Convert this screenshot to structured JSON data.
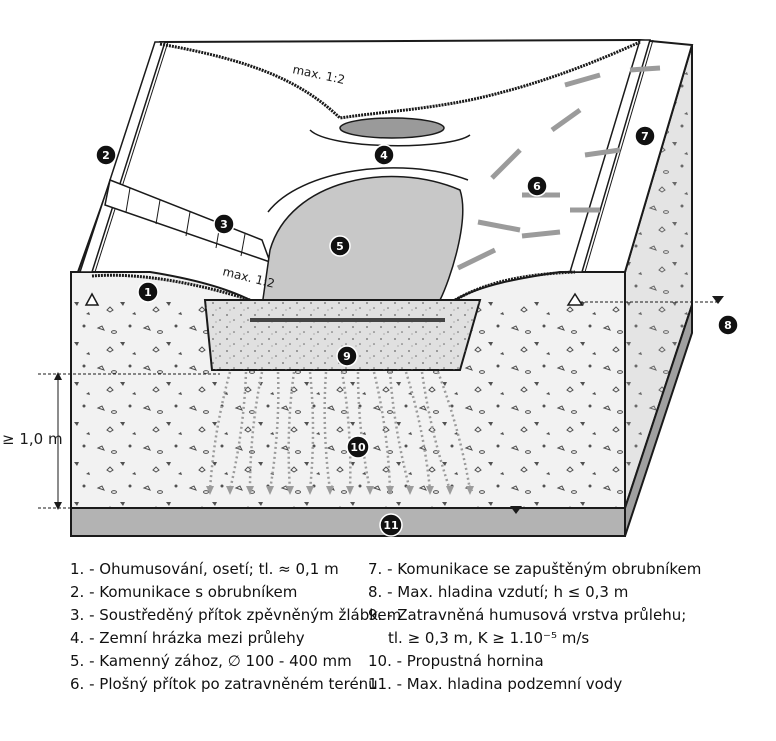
{
  "diagram": {
    "badges": [
      "1",
      "2",
      "3",
      "4",
      "5",
      "6",
      "7",
      "8",
      "9",
      "10",
      "11"
    ],
    "slope_label_top": "max. 1:2",
    "slope_label_bottom": "max. 1:2",
    "depth_label": "≥ 1,0 m"
  },
  "legend": {
    "items": [
      {
        "num": "1.",
        "text": "- Ohumusování, osetí; tl. ≈ 0,1 m"
      },
      {
        "num": "2.",
        "text": "- Komunikace s obrubníkem"
      },
      {
        "num": "3.",
        "text": "- Soustředěný přítok zpěvněným žlábkem"
      },
      {
        "num": "4.",
        "text": "- Zemní hrázka mezi průlehy"
      },
      {
        "num": "5.",
        "text": "- Kamenný zához, ∅ 100 - 400 mm"
      },
      {
        "num": "6.",
        "text": "- Plošný přítok po zatravněném terénu"
      },
      {
        "num": "7.",
        "text": "- Komunikace se zapuštěným obrubníkem"
      },
      {
        "num": "8.",
        "text": "- Max. hladina vzdutí; h ≤ 0,3 m"
      },
      {
        "num": "9.",
        "text": "- Zatravněná humusová vrstva průlehu;",
        "cont": "tl. ≥ 0,3 m, K ≥ 1.10⁻⁵ m/s"
      },
      {
        "num": "10.",
        "text": "- Propustná hornina"
      },
      {
        "num": "11.",
        "text": "- Max. hladina podzemní vody"
      }
    ]
  },
  "colors": {
    "soil": "#f2f2f2",
    "side_face": "#e4e4e4",
    "groundwater": "#b3b3b3",
    "stone_fill": "#c8c8c8",
    "water": "#8a8a8a",
    "arrow": "#9b9b9b",
    "outline": "#1a1a1a",
    "badge": "#111111"
  }
}
